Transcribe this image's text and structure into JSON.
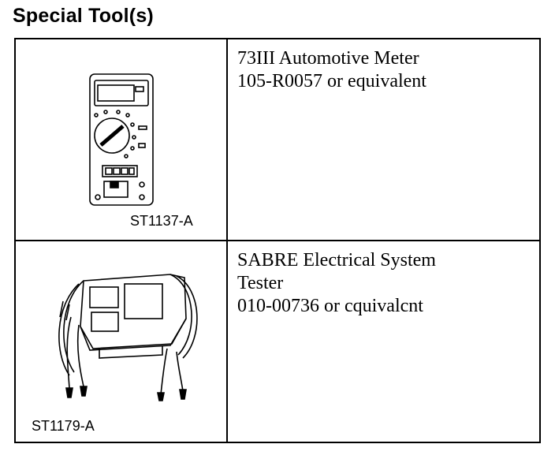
{
  "title": "Special Tool(s)",
  "tools": [
    {
      "illustration": "multimeter-illustration",
      "code": "ST1137-A",
      "description": [
        "73III Automotive Meter",
        "105-R0057 or equivalent"
      ]
    },
    {
      "illustration": "electrical-system-tester-illustration",
      "code": "ST1179-A",
      "description": [
        "SABRE Electrical System",
        "Tester",
        "010-00736 or cquivalcnt"
      ]
    }
  ]
}
